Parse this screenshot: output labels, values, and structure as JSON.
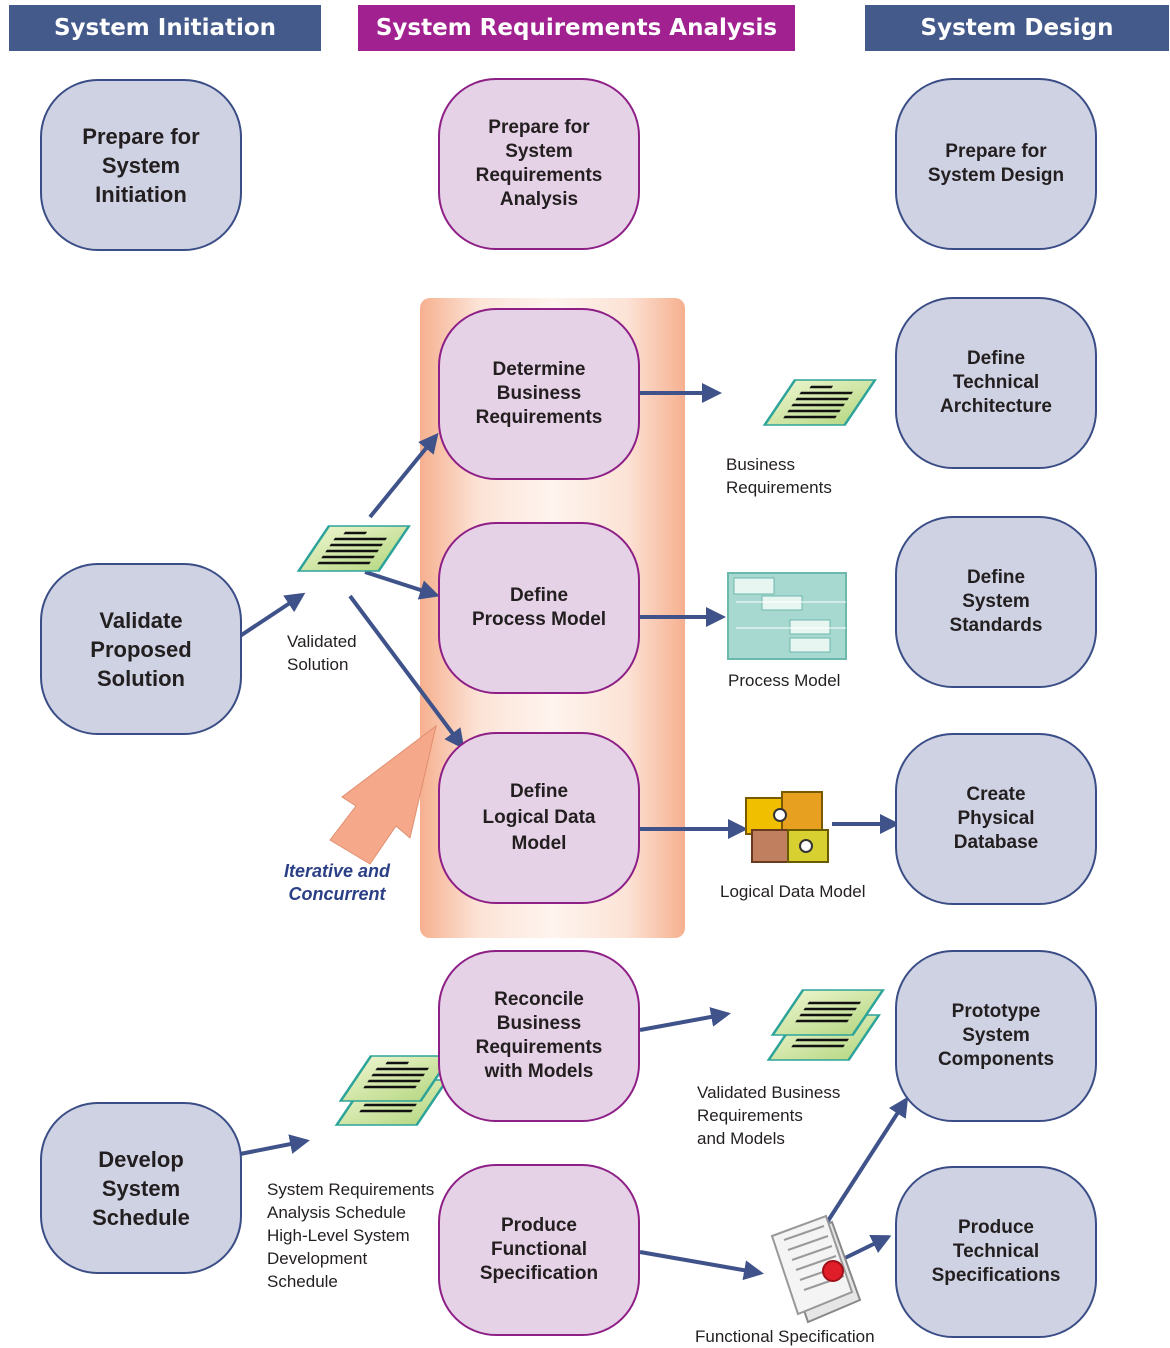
{
  "headers": {
    "initiation": "System Initiation",
    "analysis": "System Requirements Analysis",
    "design": "System Design"
  },
  "colors": {
    "initiation_header": "#445a8a",
    "analysis_header": "#a0218f",
    "design_header": "#445a8a",
    "arrow": "#3f5289",
    "iterative_arrow": "#f5a88a"
  },
  "nodes": {
    "prep_initiation": "Prepare for\nSystem\nInitiation",
    "validate_solution": "Validate\nProposed\nSolution",
    "develop_schedule": "Develop\nSystem\nSchedule",
    "prep_analysis": "Prepare for\nSystem\nRequirements\nAnalysis",
    "determine_business_req": "Determine\nBusiness\nRequirements",
    "define_process_model": "Define\nProcess Model",
    "define_logical_data_model": "Define\nLogical Data\nModel",
    "reconcile_requirements": "Reconcile\nBusiness\nRequirements\nwith Models",
    "produce_functional_spec": "Produce\nFunctional\nSpecification",
    "prep_design": "Prepare for\nSystem Design",
    "define_technical_architecture": "Define\nTechnical\nArchitecture",
    "define_system_standards": "Define\nSystem\nStandards",
    "create_physical_database": "Create\nPhysical\nDatabase",
    "prototype_components": "Prototype\nSystem\nComponents",
    "produce_technical_specs": "Produce\nTechnical\nSpecifications"
  },
  "deliverables": {
    "validated_solution": "Validated\n   Solution",
    "business_requirements": "Business\n   Requirements",
    "process_model": "Process Model",
    "logical_data_model": "Logical Data Model",
    "validated_business_req": "Validated Business\n   Requirements\n   and Models",
    "schedules": "System Requirements\n   Analysis Schedule\nHigh-Level System\n   Development\n   Schedule",
    "functional_specification": "Functional Specification"
  },
  "iterative_note": "Iterative and\nConcurrent",
  "icons": {
    "document": "document-icon",
    "process_model": "process-model-icon",
    "logical_data_model": "puzzle-icon",
    "functional_specification": "sealed-document-icon"
  }
}
